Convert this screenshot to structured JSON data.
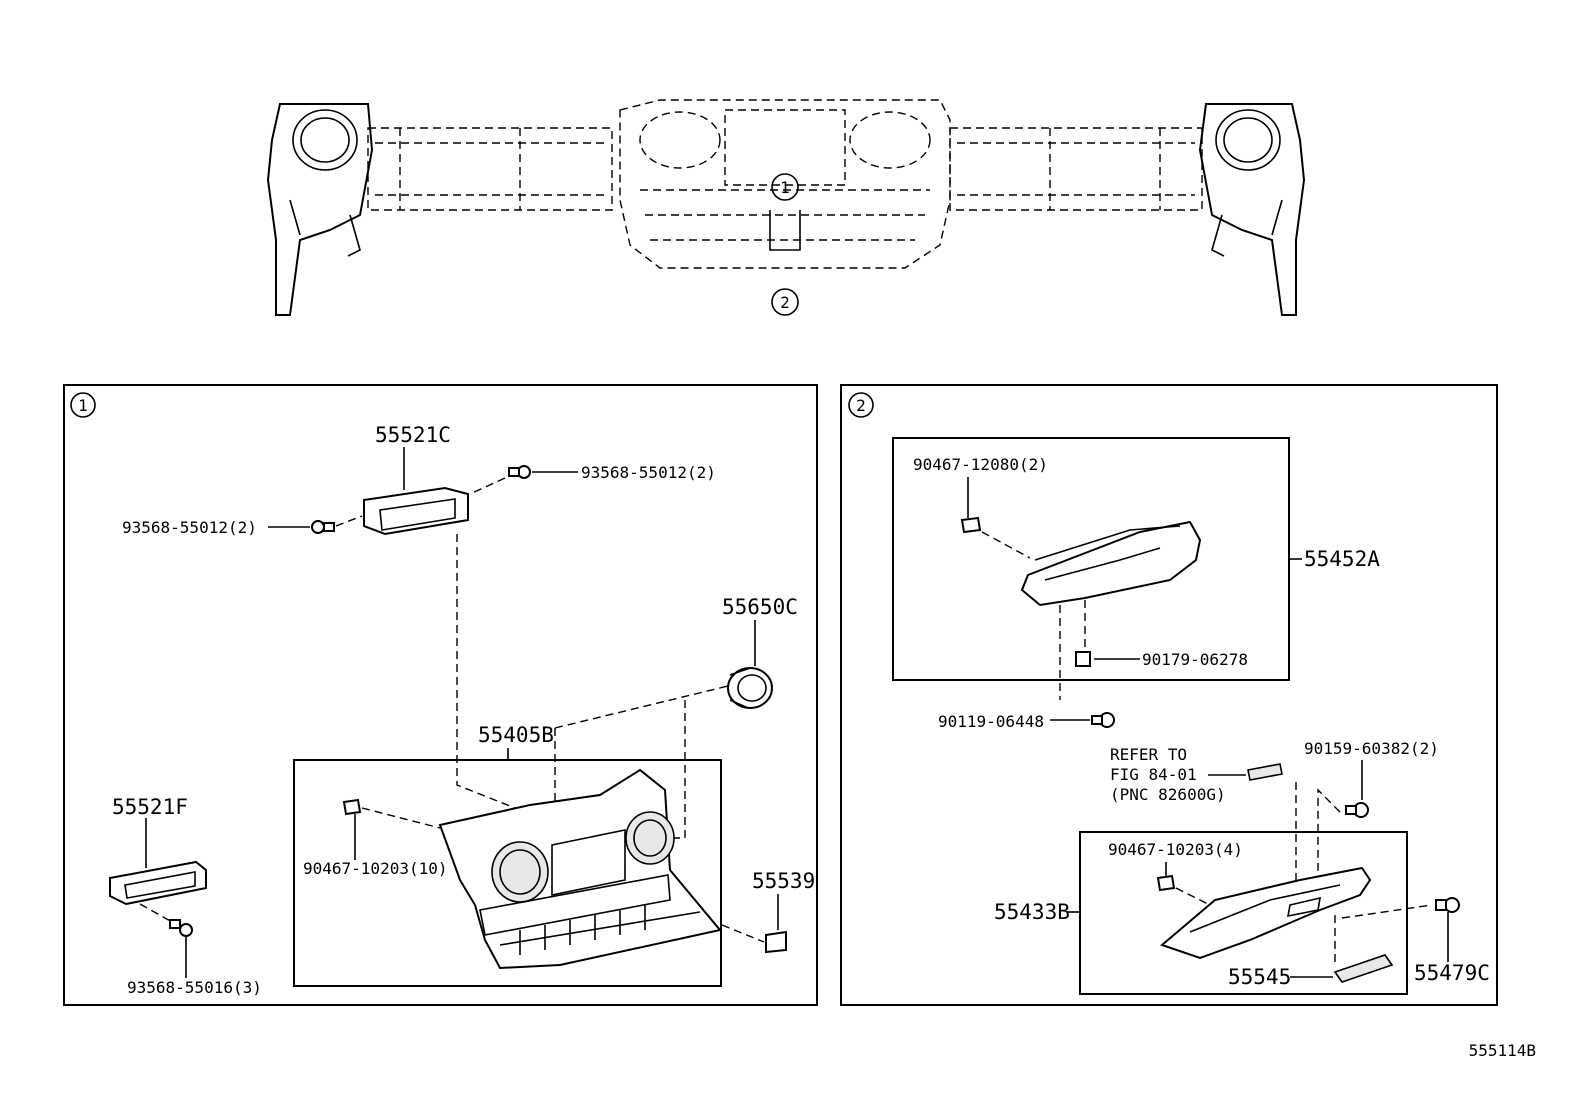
{
  "diagram_id": "555114B",
  "callouts": {
    "c1": "1",
    "c2": "2"
  },
  "panel1": {
    "parts": {
      "p55521C": "55521C",
      "p93568_55012_right": "93568-55012(2)",
      "p93568_55012_left": "93568-55012(2)",
      "p55650C": "55650C",
      "p55405B": "55405B",
      "p55521F": "55521F",
      "p90467_10203_10": "90467-10203(10)",
      "p55539": "55539",
      "p93568_55016": "93568-55016(3)"
    }
  },
  "panel2": {
    "parts": {
      "p90467_12080": "90467-12080(2)",
      "p55452A": "55452A",
      "p90179_06278": "90179-06278",
      "p90119_06448": "90119-06448",
      "refer_line1": "REFER TO",
      "refer_line2": "FIG 84-01",
      "refer_line3": "(PNC 82600G)",
      "p90159_60382": "90159-60382(2)",
      "p90467_10203_4": "90467-10203(4)",
      "p55433B": "55433B",
      "p55545": "55545",
      "p55479C": "55479C"
    }
  }
}
